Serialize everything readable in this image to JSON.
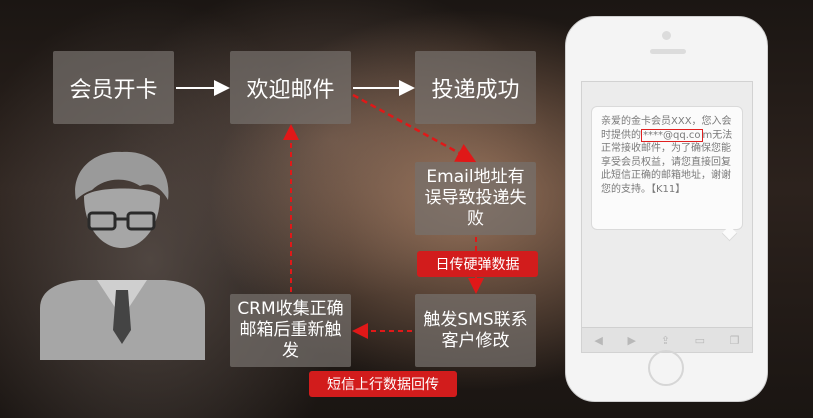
{
  "flow": {
    "open_card": "会员开卡",
    "welcome_email": "欢迎邮件",
    "delivered": "投递成功",
    "email_error": "Email地址有误导致投递失败",
    "sms_trigger": "触发SMS联系客户修改",
    "crm_collect": "CRM收集正确邮箱后重新触发"
  },
  "tags": {
    "hard_bounce": "日传硬弹数据",
    "sms_upload": "短信上行数据回传"
  },
  "phone": {
    "sms_before": "亲爱的金卡会员XXX，您入会时提供的",
    "sms_email": "****@qq.co",
    "sms_after": "m无法正常接收邮件，为了确保您能享受会员权益，请您直接回复此短信正确的邮箱地址，谢谢您的支持。【K11】"
  },
  "icons": [
    "person-icon",
    "back-icon",
    "forward-icon",
    "share-icon",
    "book-icon",
    "tabs-icon"
  ],
  "colors": {
    "accent_red": "#d21c1c",
    "box_gray": "#76706c"
  }
}
